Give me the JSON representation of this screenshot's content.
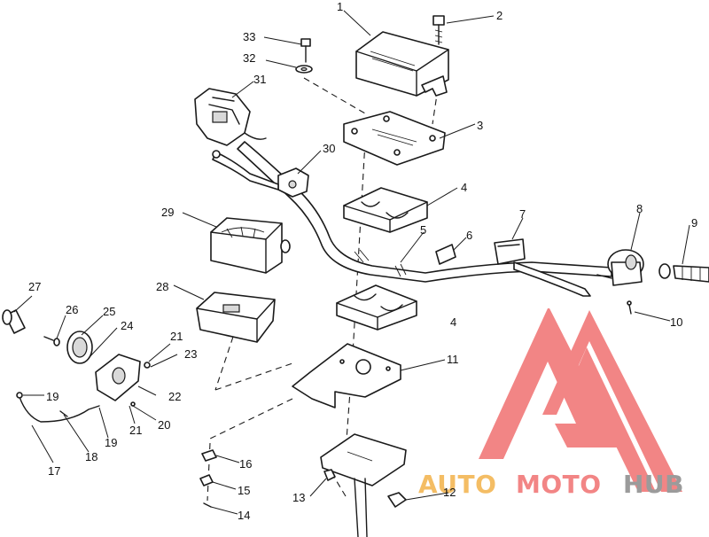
{
  "callouts": [
    {
      "num": "1"
    },
    {
      "num": "2"
    },
    {
      "num": "3"
    },
    {
      "num": "4"
    },
    {
      "num": "4"
    },
    {
      "num": "5"
    },
    {
      "num": "6"
    },
    {
      "num": "7"
    },
    {
      "num": "8"
    },
    {
      "num": "9"
    },
    {
      "num": "10"
    },
    {
      "num": "11"
    },
    {
      "num": "12"
    },
    {
      "num": "13"
    },
    {
      "num": "14"
    },
    {
      "num": "15"
    },
    {
      "num": "16"
    },
    {
      "num": "17"
    },
    {
      "num": "18"
    },
    {
      "num": "19"
    },
    {
      "num": "19"
    },
    {
      "num": "20"
    },
    {
      "num": "21"
    },
    {
      "num": "21"
    },
    {
      "num": "22"
    },
    {
      "num": "23"
    },
    {
      "num": "24"
    },
    {
      "num": "25"
    },
    {
      "num": "26"
    },
    {
      "num": "27"
    },
    {
      "num": "28"
    },
    {
      "num": "29"
    },
    {
      "num": "30"
    },
    {
      "num": "31"
    },
    {
      "num": "32"
    },
    {
      "num": "33"
    }
  ],
  "watermark": {
    "text_auto": "AUTO",
    "text_moto": "MOTO",
    "text_hub": "HUB",
    "color_primary": "#f07070",
    "color_auto": "#f3b24a",
    "color_hub": "#8a8a8a"
  }
}
